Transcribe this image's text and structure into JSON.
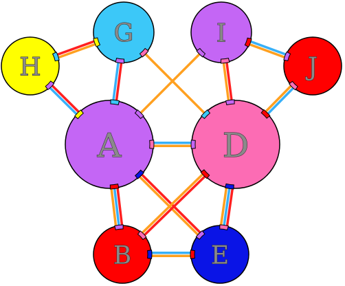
{
  "nodes": [
    {
      "id": "A",
      "label": "A",
      "fill": "#c466f5"
    },
    {
      "id": "D",
      "label": "D",
      "fill": "#fc6cb4"
    },
    {
      "id": "G",
      "label": "G",
      "fill": "#3cc8f8"
    },
    {
      "id": "I",
      "label": "I",
      "fill": "#c466f5"
    },
    {
      "id": "H",
      "label": "H",
      "fill": "#ffff00"
    },
    {
      "id": "J",
      "label": "J",
      "fill": "#ff0000"
    },
    {
      "id": "B",
      "label": "B",
      "fill": "#ff0000"
    },
    {
      "id": "E",
      "label": "E",
      "fill": "#0a14e6"
    }
  ],
  "edges": [
    {
      "from": "H",
      "to": "G",
      "colors": [
        "#ff2020",
        "#ffa020"
      ]
    },
    {
      "from": "H",
      "to": "A",
      "colors": [
        "#ff2020",
        "#38b0f8"
      ]
    },
    {
      "from": "G",
      "to": "A",
      "colors": [
        "#ff2020",
        "#38b0f8"
      ]
    },
    {
      "from": "G",
      "to": "D",
      "colors": [
        "#ffa020"
      ]
    },
    {
      "from": "I",
      "to": "A",
      "colors": [
        "#ffa020"
      ]
    },
    {
      "from": "I",
      "to": "D",
      "colors": [
        "#ff2020",
        "#ffa020"
      ]
    },
    {
      "from": "I",
      "to": "J",
      "colors": [
        "#38b0f8",
        "#ffa020"
      ]
    },
    {
      "from": "J",
      "to": "D",
      "colors": [
        "#38b0f8",
        "#ffa020"
      ]
    },
    {
      "from": "A",
      "to": "D",
      "colors": [
        "#38b0f8",
        "#ffa020"
      ]
    },
    {
      "from": "A",
      "to": "B",
      "colors": [
        "#ff2020",
        "#38b0f8",
        "#ffa020"
      ]
    },
    {
      "from": "A",
      "to": "E",
      "colors": [
        "#ff2020",
        "#ffa020"
      ]
    },
    {
      "from": "D",
      "to": "B",
      "colors": [
        "#ff2020",
        "#ffa020"
      ]
    },
    {
      "from": "D",
      "to": "E",
      "colors": [
        "#ff2020",
        "#38b0f8",
        "#ffa020"
      ]
    },
    {
      "from": "B",
      "to": "E",
      "colors": [
        "#38b0f8",
        "#ffa020"
      ]
    }
  ]
}
